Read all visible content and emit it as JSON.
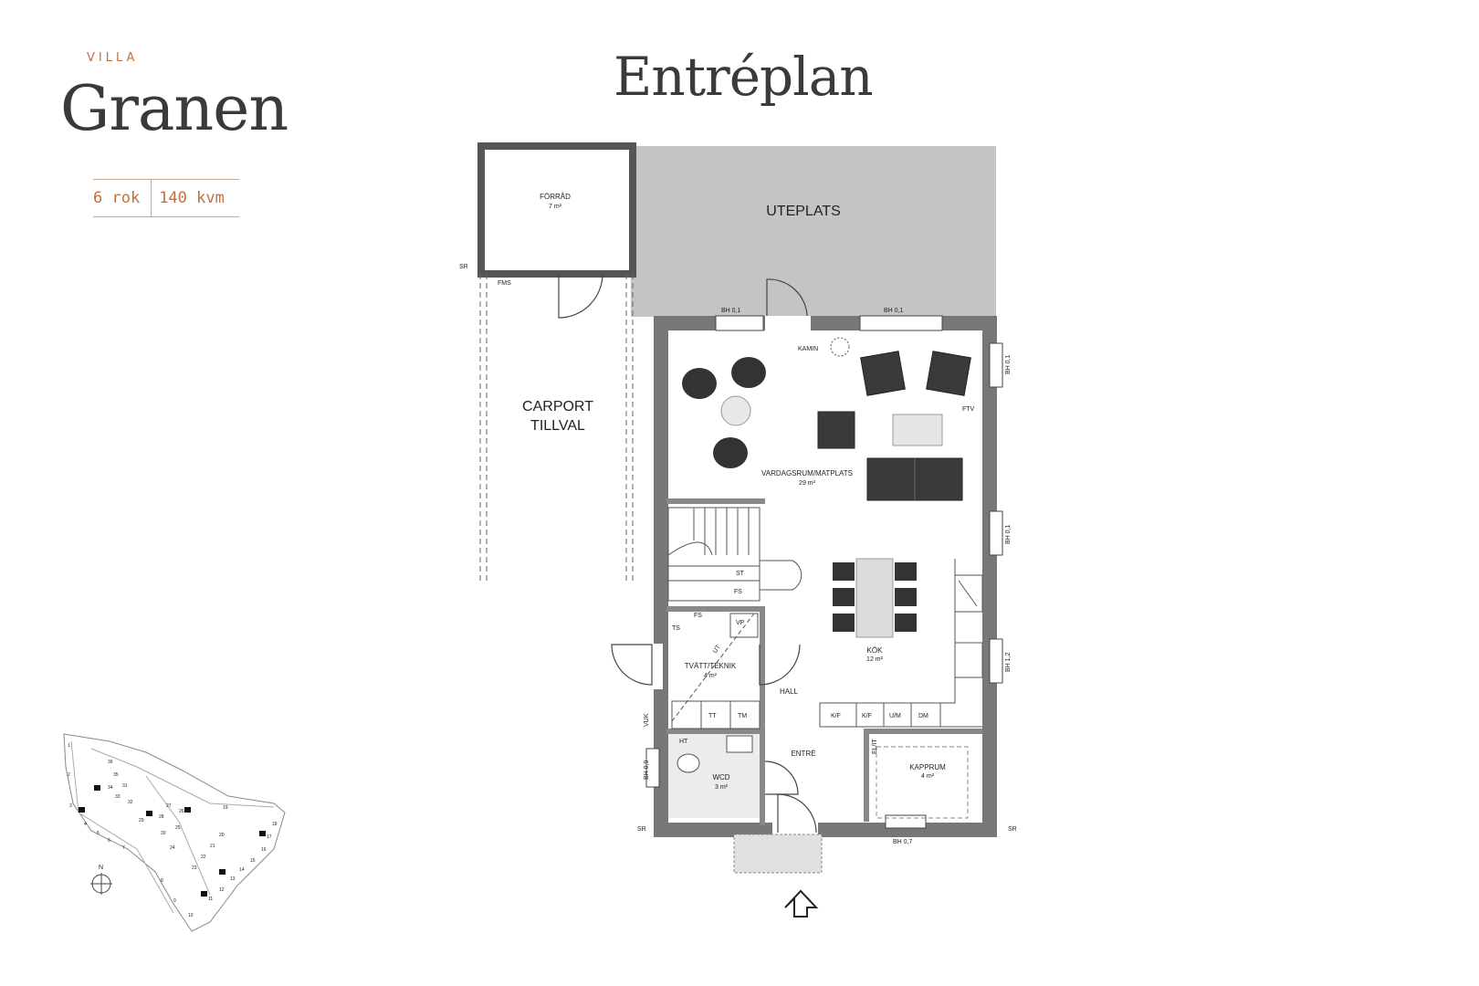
{
  "brand": {
    "villa": "VILLA",
    "name": "Granen",
    "rooms": "6 rok",
    "area": "140 kvm"
  },
  "page_title": "Entréplan",
  "rooms": {
    "forrad": {
      "name": "FÖRRÅD",
      "size": "7 m²"
    },
    "uteplats": {
      "name": "UTEPLATS"
    },
    "carport": {
      "line1": "CARPORT",
      "line2": "TILLVAL"
    },
    "vardagsrum": {
      "name": "VARDAGSRUM/MATPLATS",
      "size": "29 m²"
    },
    "kok": {
      "name": "KÖK",
      "size": "12 m²"
    },
    "tvatt": {
      "name": "TVÄTT/TEKNIK",
      "size": "4 m²"
    },
    "hall": {
      "name": "HALL"
    },
    "entre": {
      "name": "ENTRÉ"
    },
    "wcd": {
      "name": "WCD",
      "size": "3 m²"
    },
    "kapprum": {
      "name": "KAPPRUM",
      "size": "4 m²"
    }
  },
  "labels": {
    "sr": "SR",
    "fms": "FMS",
    "bh_01": "BH 0,1",
    "bh_12": "BH 1,2",
    "bh_09": "BH 0,9",
    "bh_07": "BH 0,7",
    "kamin": "KAMIN",
    "ftv": "FTV",
    "st": "ST",
    "fs": "FS",
    "ts": "TS",
    "vp": "VP",
    "ut": "UT",
    "tt": "TT",
    "tm": "TM",
    "vuk": "VUK",
    "ht": "HT",
    "kf": "K/F",
    "um": "U/M",
    "dm": "DM",
    "elit": "EL/IT"
  },
  "site_map": {
    "north": "N",
    "plots": [
      "1",
      "2",
      "3",
      "4",
      "5",
      "6",
      "7",
      "8",
      "9",
      "10",
      "11",
      "12",
      "13",
      "14",
      "15",
      "16",
      "17",
      "18",
      "19",
      "20",
      "21",
      "22",
      "23",
      "24",
      "25",
      "26",
      "27",
      "28",
      "29",
      "30",
      "31",
      "32",
      "33",
      "34",
      "35",
      "36"
    ]
  },
  "colors": {
    "accent": "#c2703a",
    "wall": "#777777",
    "terrace": "#c4c4c4",
    "furniture": "#3a3a3a",
    "text": "#3a3a3a"
  }
}
